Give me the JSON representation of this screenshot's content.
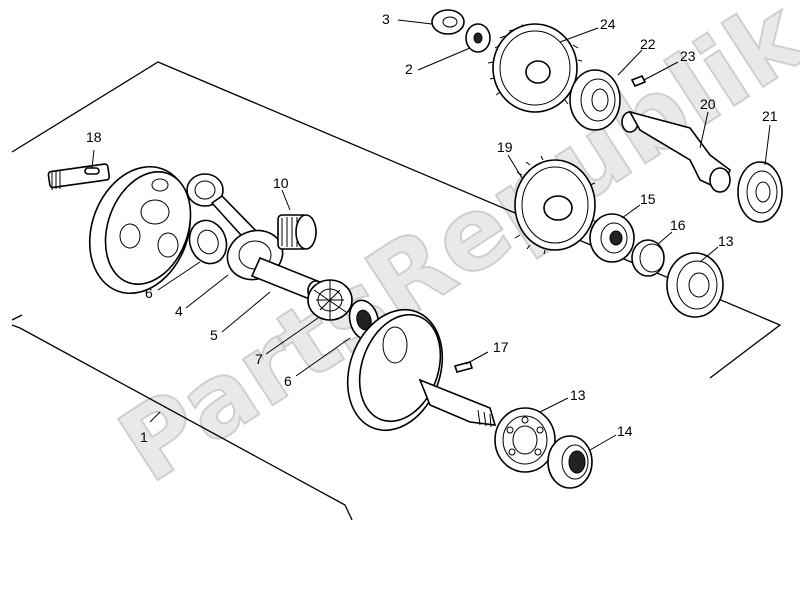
{
  "watermark": "PartsRepublik",
  "callouts": [
    {
      "id": "c1",
      "text": "1"
    },
    {
      "id": "c2",
      "text": "2"
    },
    {
      "id": "c3",
      "text": "3"
    },
    {
      "id": "c4",
      "text": "4"
    },
    {
      "id": "c5",
      "text": "5"
    },
    {
      "id": "c6a",
      "text": "6"
    },
    {
      "id": "c6b",
      "text": "6"
    },
    {
      "id": "c7",
      "text": "7"
    },
    {
      "id": "c10",
      "text": "10"
    },
    {
      "id": "c13a",
      "text": "13"
    },
    {
      "id": "c13b",
      "text": "13"
    },
    {
      "id": "c14",
      "text": "14"
    },
    {
      "id": "c15",
      "text": "15"
    },
    {
      "id": "c16",
      "text": "16"
    },
    {
      "id": "c17",
      "text": "17"
    },
    {
      "id": "c18",
      "text": "18"
    },
    {
      "id": "c19",
      "text": "19"
    },
    {
      "id": "c20",
      "text": "20"
    },
    {
      "id": "c21",
      "text": "21"
    },
    {
      "id": "c22",
      "text": "22"
    },
    {
      "id": "c23",
      "text": "23"
    },
    {
      "id": "c24",
      "text": "24"
    }
  ]
}
